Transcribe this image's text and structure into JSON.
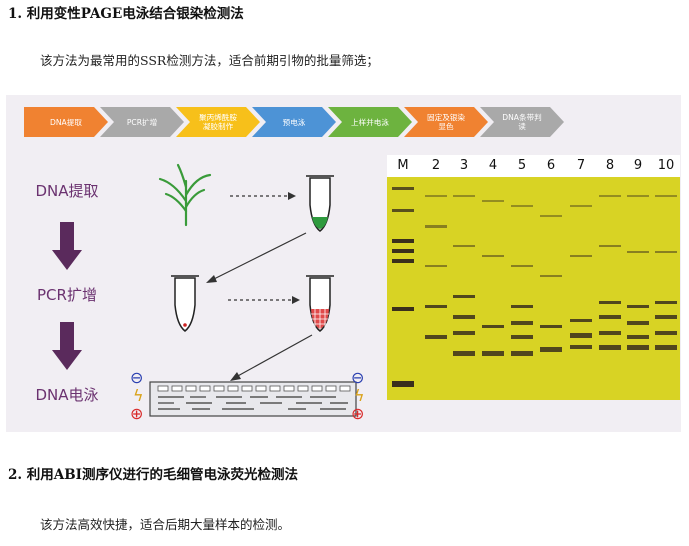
{
  "section1": {
    "heading": "1. 利用变性PAGE电泳结合银染检测法",
    "paragraph": "该方法为最常用的SSR检测方法，适合前期引物的批量筛选；"
  },
  "figure": {
    "flow_steps": [
      {
        "label": "DNA提取",
        "color": "#f08231"
      },
      {
        "label": "PCR扩增",
        "color": "#a9a9a9"
      },
      {
        "label": "聚丙烯酰胺凝胶制作",
        "color": "#f7c01a"
      },
      {
        "label": "预电泳",
        "color": "#4d93d6"
      },
      {
        "label": "上样并电泳",
        "color": "#6db33f"
      },
      {
        "label": "固定及银染显色",
        "color": "#f08231"
      },
      {
        "label": "DNA条带判读",
        "color": "#a9a9a9"
      }
    ],
    "stages": [
      "DNA提取",
      "PCR扩增",
      "DNA电泳"
    ],
    "electrode_symbols": {
      "negative": "⊖",
      "positive": "⊕",
      "power": "ϟ"
    },
    "lanes": [
      "M",
      "2",
      "3",
      "4",
      "5",
      "6",
      "7",
      "8",
      "9",
      "10"
    ],
    "colors": {
      "accent_purple": "#6b3270",
      "gel_yellow": "#d8d324",
      "arrow_red": "#cc2222"
    }
  },
  "section2": {
    "heading": "2. 利用ABI测序仪进行的毛细管电泳荧光检测法",
    "paragraph": "该方法高效快捷，适合后期大量样本的检测。"
  }
}
